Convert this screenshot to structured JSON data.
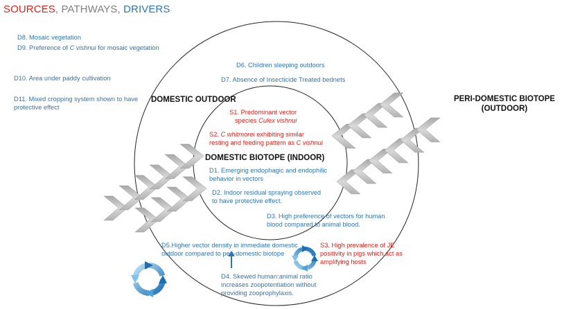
{
  "title": {
    "sources": "SOURCES",
    "sep1": ", ",
    "pathways": "PATHWAYS",
    "sep2": ", ",
    "drivers": "DRIVERS"
  },
  "colors": {
    "sources": "#e0211b",
    "pathways": "#7f7f7f",
    "drivers": "#2e75b6",
    "driver_text": "#2e75b6",
    "source_text": "#e0211b",
    "circle_stroke": "#222222"
  },
  "zones": {
    "outer": "PERI-DOMESTIC BIOTOPE",
    "outer_sub": "(OUTDOOR)",
    "middle": "DOMESTIC OUTDOOR",
    "inner": "DOMESTIC BIOTOPE (INDOOR)"
  },
  "drivers": {
    "d8": "D8. Mosaic vegetation",
    "d9_pre": "D9. Preference of ",
    "d9_italic": "C vishnui",
    "d9_post": " for mosaic vegetation",
    "d10": "D10. Area under paddy cultivation",
    "d11_line1": "D11. Mixed cropping system shown to have",
    "d11_line2": "protective effect",
    "d6": "D6. Children sleeping outdoors",
    "d7": "D7. Absence of Insecticide Treated bednets",
    "d1_line1": "D1. Emerging endophagic and endophilic",
    "d1_line2": "behavior in vectors",
    "d2_line1": "D2. Indoor residual spraying observed",
    "d2_line2": "to have protective effect.",
    "d3_line1": "D3. High preference of vectors for human",
    "d3_line2": "blood compared to animal blood.",
    "d5_line1": "D5.Higher vector density in immediate domestic",
    "d5_line2": "outdoor compared to peri-domestic biotope",
    "d4_line1": "D4. Skewed human:animal ratio",
    "d4_line2": "increases zoopotentiation without",
    "d4_line3": "providing zooprophylaxis."
  },
  "sources": {
    "s1_line1": "S1. Predominant vector",
    "s1_line2_pre": "species ",
    "s1_line2_italic": "Culex vishnui",
    "s2_line1_pre": "S2. ",
    "s2_line1_italic": "C whitmorei",
    "s2_line1_post": " exhibiting similar",
    "s2_line2_pre": "resting and feeding pattern as ",
    "s2_line2_italic": "C vishnui",
    "s3_line1": "S3. High prevalence of JE",
    "s3_line2": "positivity in pigs which act as",
    "s3_line3": "amplifying hosts"
  }
}
